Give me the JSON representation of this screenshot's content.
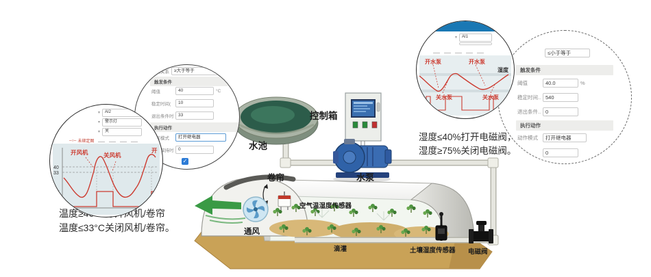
{
  "scene": {
    "labels": {
      "control_box": "控制箱",
      "pool": "水池",
      "pump": "水泵",
      "curtain": "卷帘",
      "ventilation": "通风",
      "air_sensor": "空气温湿度传感器",
      "drip": "滴灌",
      "soil_sensor": "土壤湿度传感器",
      "valve": "电磁阀"
    }
  },
  "left_view": {
    "selector_rows": [
      "AI2",
      "警示灯",
      "关"
    ],
    "legend": "未绑定图",
    "chart": {
      "type": "line",
      "label_on": "开风机",
      "label_off": "关风机",
      "label_on_edge": "开",
      "yticks": [
        "40",
        "33",
        "开",
        "关"
      ]
    },
    "note1": "温度≥40°C打开风机/卷帘",
    "note2": "温度≤33°C关闭风机/卷帘。",
    "panel": {
      "logic_label": "逻辑关系",
      "logic_value": "≥大于等于",
      "section_trigger": "触发条件",
      "threshold_label": "阈值",
      "threshold_value": "40",
      "threshold_unit": "°C",
      "stable_label": "稳定时间(",
      "stable_value": "10",
      "exit_label": "退出条件时..",
      "exit_value": "33",
      "section_action": "执行动作",
      "mode_label": "动作模式",
      "mode_value": "打开继电器",
      "hold_label": "输出保持时..",
      "hold_value": "0",
      "checkbox_checked": "✓"
    }
  },
  "right_view": {
    "selector_value": "AI1",
    "chart": {
      "type": "line",
      "label_on1": "开水泵",
      "label_on2": "开水泵",
      "label_off1": "关水泵",
      "label_off2": "关水泵",
      "series": "湿度"
    },
    "note1": "湿度≤40%打开电磁阀，",
    "note2": "湿度≥75%关闭电磁阀。",
    "panel": {
      "logic_value": "≤小于等于",
      "section_trigger": "触发条件",
      "threshold_label": "阈值",
      "threshold_value": "40.0",
      "threshold_unit": "%",
      "stable_label": "稳定时间..",
      "stable_value": "540",
      "exit_label": "退出条件..",
      "exit_value": "0",
      "section_action": "执行动作",
      "mode_label": "动作模式",
      "mode_value": "打开继电器",
      "hold_value": "0"
    }
  },
  "colors": {
    "accent_red": "#c0392b",
    "arrow_green": "#3a9a45",
    "pump_blue": "#2f62a8",
    "water_green": "#2c5c4a",
    "soil_tan": "#c9a257",
    "header_blue": "#1a78b4",
    "checkbox_blue": "#2e7cd6"
  }
}
